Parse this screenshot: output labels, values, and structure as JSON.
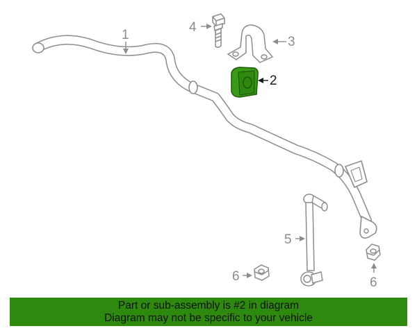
{
  "callouts": {
    "c1": "1",
    "c2": "2",
    "c3": "3",
    "c4": "4",
    "c5": "5",
    "c6a": "6",
    "c6b": "6"
  },
  "highlight_part": "2",
  "colors": {
    "highlight": "#2e8a0f",
    "line": "#8c8c8c",
    "footer_bg": "#2e8a0f"
  },
  "footer": {
    "line1": "Part or sub-assembly is #2 in diagram",
    "line2": "Diagram may not be specific to your vehicle"
  }
}
